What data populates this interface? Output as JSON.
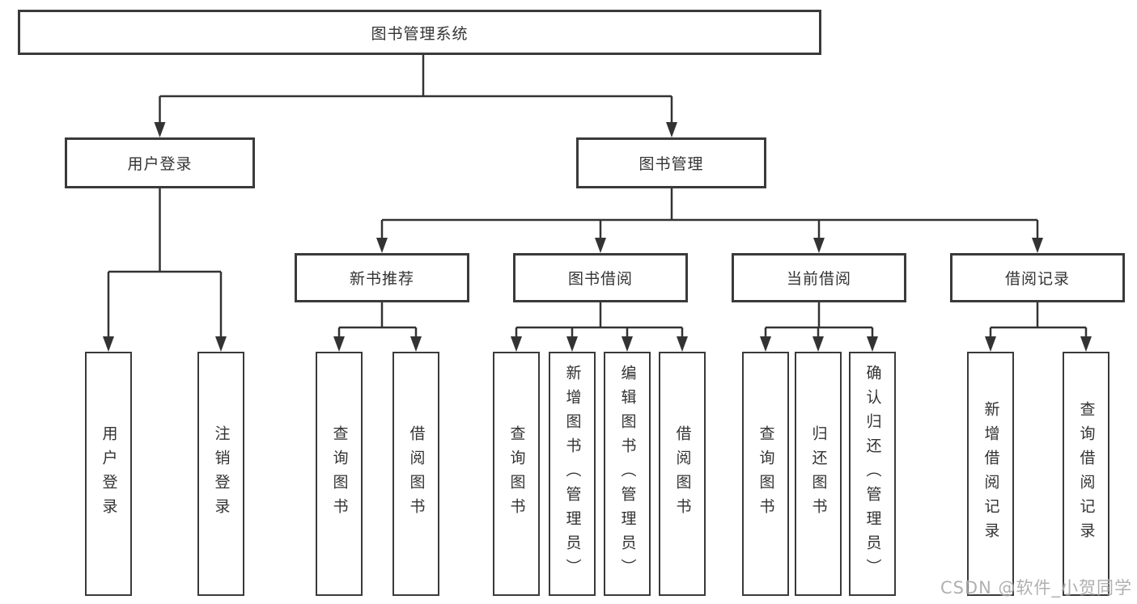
{
  "diagram": {
    "root": {
      "label": "图书管理系统"
    },
    "level2": [
      {
        "label": "用户登录"
      },
      {
        "label": "图书管理"
      }
    ],
    "level3": [
      {
        "label": "新书推荐"
      },
      {
        "label": "图书借阅"
      },
      {
        "label": "当前借阅"
      },
      {
        "label": "借阅记录"
      }
    ],
    "leaves": {
      "user_login": [
        "用户登录",
        "注销登录"
      ],
      "new_book_recommend": [
        "查询图书",
        "借阅图书"
      ],
      "book_borrow": [
        "查询图书",
        "新增图书（管理员）",
        "编辑图书（管理员）",
        "借阅图书"
      ],
      "current_borrow": [
        "查询图书",
        "归还图书",
        "确认归还（管理员）"
      ],
      "borrow_records": [
        "新增借阅记录",
        "查询借阅记录"
      ]
    },
    "watermark": "CSDN @软件_小贺同学",
    "colors": {
      "line": "#333333",
      "text": "#333333",
      "background": "#ffffff",
      "watermark": "#a8a8a8"
    }
  }
}
